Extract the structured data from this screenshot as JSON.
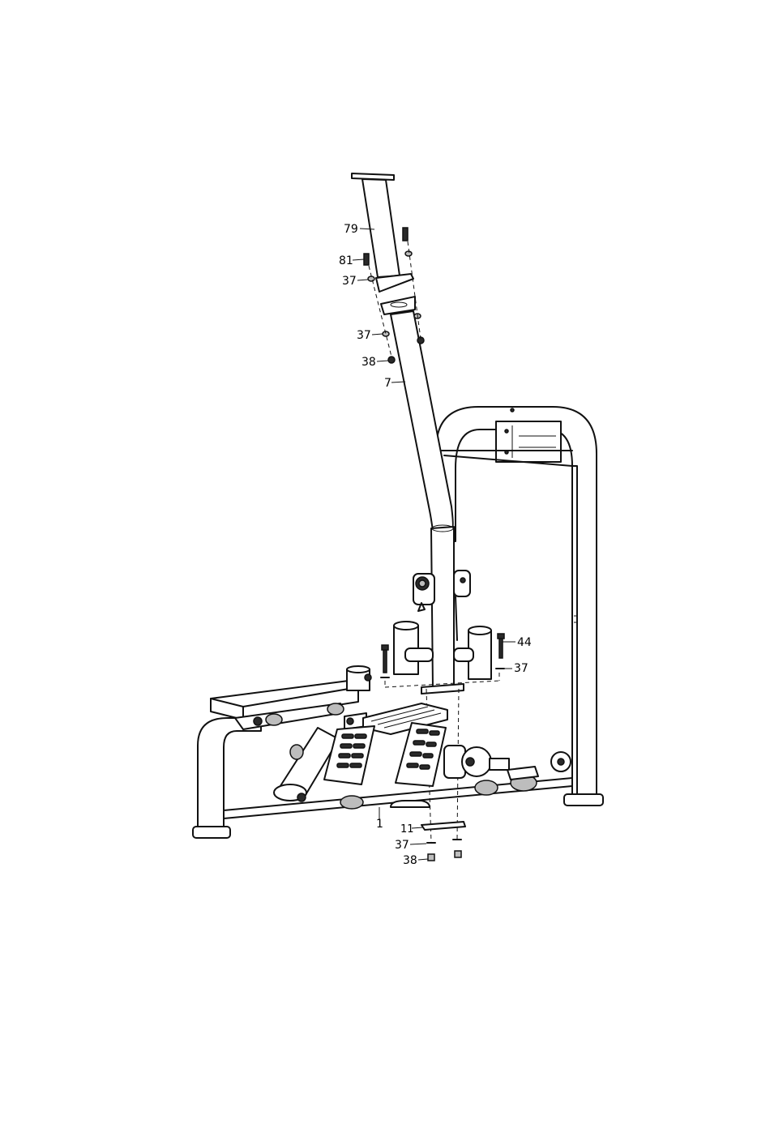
{
  "callouts": [
    {
      "id": "c79",
      "label": "79"
    },
    {
      "id": "c81",
      "label": "81"
    },
    {
      "id": "c37a",
      "label": "37"
    },
    {
      "id": "c37b",
      "label": "37"
    },
    {
      "id": "c38a",
      "label": "38"
    },
    {
      "id": "c7",
      "label": "7"
    },
    {
      "id": "c44",
      "label": "44"
    },
    {
      "id": "c37c",
      "label": "37"
    },
    {
      "id": "c1",
      "label": "1"
    },
    {
      "id": "c11",
      "label": "11"
    },
    {
      "id": "c37d",
      "label": "37"
    },
    {
      "id": "c38b",
      "label": "38"
    }
  ],
  "colors": {
    "line": "#111111",
    "background": "#ffffff",
    "part_dark": "#2a2a2a",
    "part_gray": "#bdbdbd"
  }
}
